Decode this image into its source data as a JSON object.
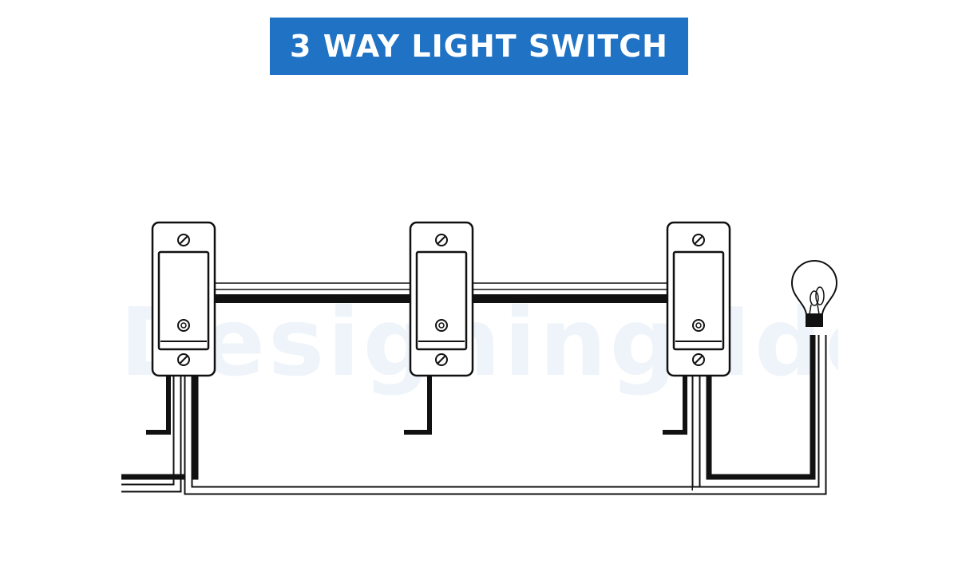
{
  "title": {
    "text": "3 WAY LIGHT SWITCH"
  },
  "watermark": {
    "text": "Designing Idea"
  },
  "colors": {
    "banner": "#1f72c4",
    "wire_hot": "#111111",
    "wire_neutral": "#ffffff",
    "outline": "#111111",
    "watermark": "#4f8fd0"
  },
  "diagram": {
    "switches": [
      {
        "name": "switch-1",
        "icon": "rocker-switch-icon"
      },
      {
        "name": "switch-2",
        "icon": "rocker-switch-icon"
      },
      {
        "name": "switch-3",
        "icon": "rocker-switch-icon"
      }
    ],
    "bulb": {
      "icon": "light-bulb-icon"
    }
  }
}
